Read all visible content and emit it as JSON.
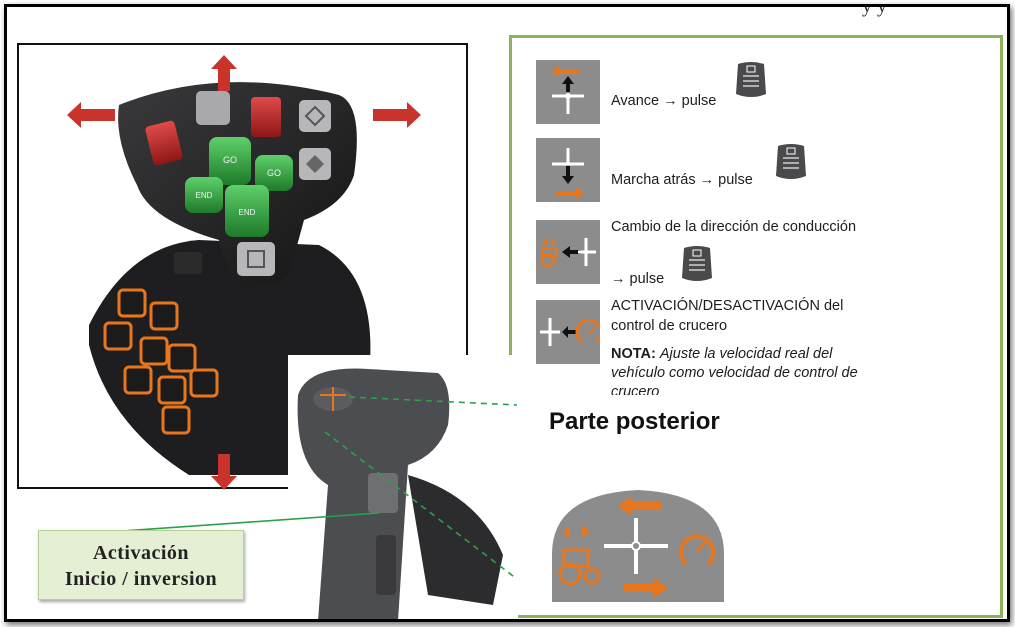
{
  "top_fragment": "y y",
  "rows": [
    {
      "label": "Avance → pulse"
    },
    {
      "label": "Marcha atrás → pulse"
    },
    {
      "label_line1": "Cambio de la dirección de conducción",
      "label_line2": "→ pulse"
    },
    {
      "label_line1": "ACTIVACIÓN/DESACTIVACIÓN del",
      "label_line2": "control de crucero"
    }
  ],
  "note": {
    "prefix": "NOTA:",
    "line1": "Ajuste la velocidad real del",
    "line2": "vehículo como velocidad de control de",
    "line3": "crucero"
  },
  "back_title": "Parte posterior",
  "callout": {
    "line1": "Activación",
    "line2": "Inicio / inversion"
  },
  "joystick_buttons": {
    "go": "GO",
    "end": "END"
  },
  "colors": {
    "panel_border": "#8db35a",
    "orange": "#e8761c",
    "callout_bg": "#e5efd4",
    "arrow_red": "#c8342c",
    "button_green": "#2e9b3a"
  }
}
